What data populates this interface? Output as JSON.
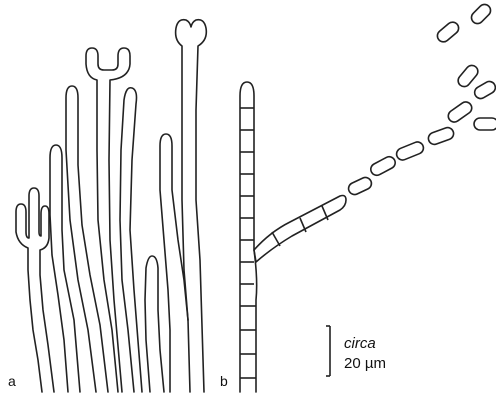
{
  "figure": {
    "panel_a_label": "a",
    "panel_b_label": "b",
    "scale_bar": {
      "line1": "circa",
      "line2": "20 µm"
    }
  }
}
